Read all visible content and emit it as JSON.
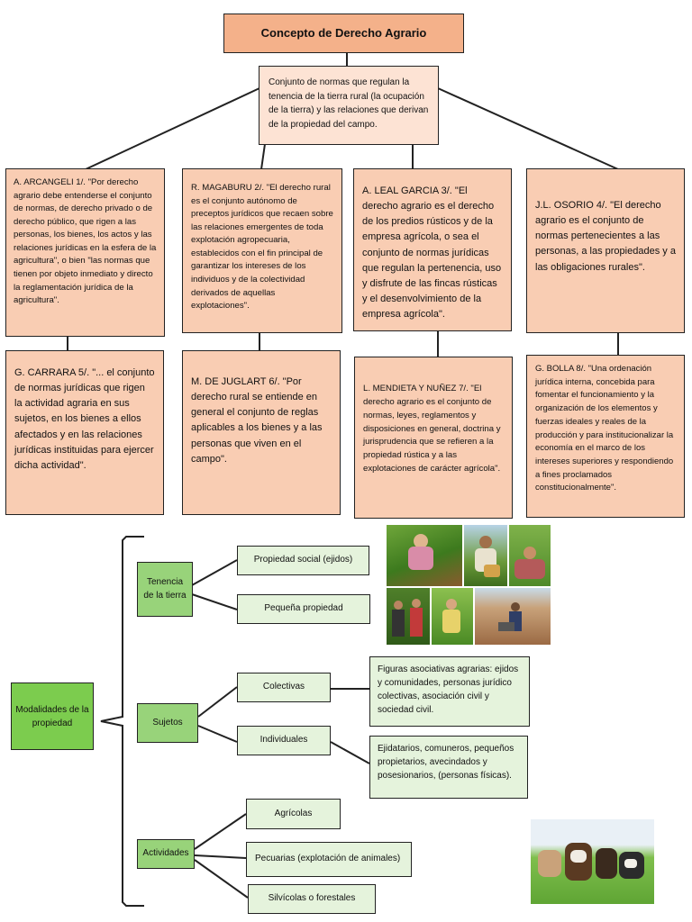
{
  "title": "Concepto de Derecho Agrario",
  "definition": "Conjunto de normas que regulan la tenencia de la tierra rural (la ocupación de la tierra) y las relaciones que derivan de la propiedad del campo.",
  "authors_row1": [
    {
      "text": "A. ARCANGELI 1/. \"Por derecho agrario debe entenderse el conjunto de normas, de derecho privado o de derecho público, que rigen a las personas, los bienes, los actos y las relaciones jurídicas en la esfera de la agricultura\", o bien \"las normas que tienen por objeto inmediato y directo la reglamentación jurídica de la agricultura\"."
    },
    {
      "text": "R. MAGABURU 2/. \"El derecho rural es el conjunto autónomo de preceptos jurídicos que recaen sobre las relaciones emergentes de toda explotación agropecuaria, establecidos con el fin principal de garantizar los intereses de los individuos y de la colectividad derivados de aquellas explotaciones\"."
    },
    {
      "text": "A. LEAL GARCIA 3/. \"El derecho agrario es el derecho de los predios rústicos y de la empresa agrícola, o sea el conjunto de normas jurídicas que regulan la pertenencia, uso y disfrute de las fincas rústicas y el desenvolvimiento de la empresa agrícola\"."
    },
    {
      "text": "J.L. OSORIO 4/. \"El derecho agrario es el conjunto de normas pertenecientes a las personas, a las propiedades y a las obligaciones rurales\"."
    }
  ],
  "authors_row2": [
    {
      "text": "G. CARRARA 5/. \"... el conjunto de normas jurídicas que rigen la actividad agraria en sus sujetos, en los bienes a ellos afectados y en las relaciones jurídicas instituidas para ejercer dicha actividad\"."
    },
    {
      "text": "M. DE JUGLART 6/. \"Por derecho rural se entiende en general el conjunto de reglas aplicables a los bienes y a las personas que viven en el campo\"."
    },
    {
      "text": "L. MENDIETA Y NUÑEZ 7/. \"El derecho agrario es el conjunto de normas, leyes, reglamentos y disposiciones en general, doctrina y jurisprudencia que se refieren a la propiedad rústica y a las explotaciones de carácter agrícola\"."
    },
    {
      "text": "G. BOLLA 8/. \"Una ordenación jurídica interna, concebida para fomentar el funcionamiento y la organización de los elementos y fuerzas ideales y reales de la producción y para institucionalizar la economía en el marco de los intereses superiores y respondiendo a fines proclamados constitucionalmente\"."
    }
  ],
  "modalidades": {
    "root": "Modalidades de la propiedad",
    "tenencia": {
      "label": "Tenencia de la tierra",
      "items": [
        "Propiedad social (ejidos)",
        "Pequeña propiedad"
      ]
    },
    "sujetos": {
      "label": "Sujetos",
      "items": [
        "Colectivas",
        "Individuales"
      ],
      "descriptions": [
        "Figuras asociativas agrarias: ejidos y comunidades, personas jurídico colectivas, asociación civil y sociedad civil.",
        "Ejidatarios, comuneros, pequeños propietarios, avecindados y posesionarios, (personas físicas)."
      ]
    },
    "actividades": {
      "label": "Actividades",
      "items": [
        "Agrícolas",
        "Pecuarias (explotación de animales)",
        "Silvícolas o forestales"
      ]
    }
  },
  "colors": {
    "title": "#f4b18a",
    "peach": "#f9cdb3",
    "green": "#7ccc4e",
    "green_light": "#e5f3dc"
  }
}
